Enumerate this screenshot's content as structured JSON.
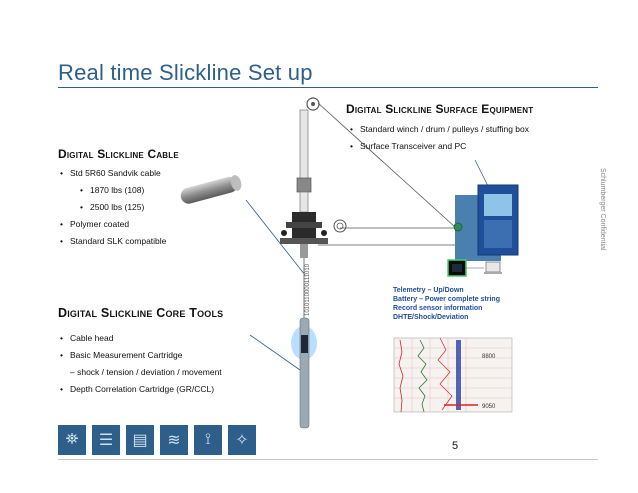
{
  "title": "Real time Slickline Set up",
  "surface": {
    "heading": "Digital Slickline Surface Equipment",
    "bullets": [
      "Standard winch  / drum / pulleys / stuffing box",
      "Surface Transceiver and PC"
    ]
  },
  "cable": {
    "heading": "Digital Slickline Cable",
    "items": [
      {
        "text": "Std 5R60 Sandvik cable",
        "type": "b"
      },
      {
        "text": "1870 lbs (108)",
        "type": "sub"
      },
      {
        "text": "2500 lbs (125)",
        "type": "sub"
      },
      {
        "text": "Polymer coated",
        "type": "b"
      },
      {
        "text": "Standard SLK compatible",
        "type": "b"
      }
    ]
  },
  "core": {
    "heading": "Digital Slickline Core Tools",
    "items": [
      {
        "text": "Cable head",
        "type": "b"
      },
      {
        "text": "Basic Measurement Cartridge",
        "type": "b"
      },
      {
        "text": "– shock / tension / deviation / movement",
        "type": "dash"
      },
      {
        "text": "Depth Correlation Cartridge (GR/CCL)",
        "type": "b"
      }
    ]
  },
  "telemetry": [
    "Telemetry – Up/Down",
    "Battery – Power complete string",
    "Record sensor information",
    "DHTE/Shock/Deviation"
  ],
  "binary_text": "1010110000111010",
  "confidential": "Schlumberger Confidential",
  "log_depths": [
    "8800",
    "9050"
  ],
  "page_number": "5",
  "colors": {
    "accent": "#2e5f8a",
    "telemetry": "#1f4e9a",
    "glow": "#3aa0ff",
    "tool": "#9aa9b4"
  },
  "footer_icons": [
    "rig-icon",
    "ladder-icon",
    "chart-icon",
    "cable-icon",
    "well-icon",
    "tool-icon"
  ]
}
